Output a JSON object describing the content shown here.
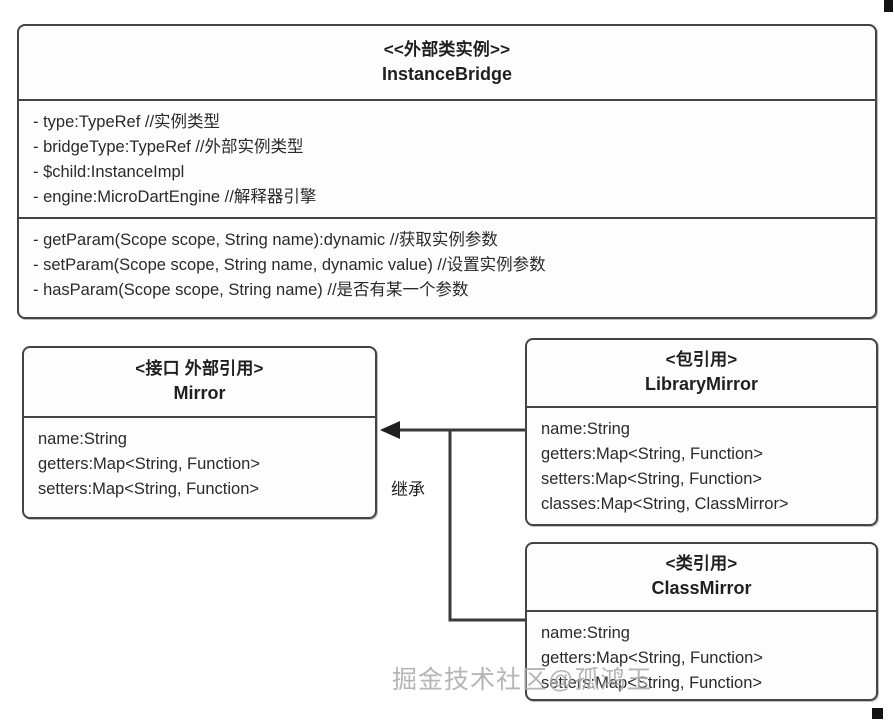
{
  "diagram": {
    "title_note": "UML class diagram",
    "inheritance_label": "继承",
    "watermark": "掘金技术社区@孤鸿玉",
    "line_color": "#444444",
    "box_fill": "#fdfdfd"
  },
  "classes": {
    "instance_bridge": {
      "stereotype": "<<外部类实例>>",
      "name": "InstanceBridge",
      "attributes": [
        "- type:TypeRef //实例类型",
        "- bridgeType:TypeRef //外部实例类型",
        "- $child:InstanceImpl",
        "- engine:MicroDartEngine //解释器引擎"
      ],
      "methods": [
        "- getParam(Scope scope, String name):dynamic //获取实例参数",
        "- setParam(Scope scope, String name, dynamic value) //设置实例参数",
        "- hasParam(Scope scope, String name) //是否有某一个参数"
      ]
    },
    "mirror": {
      "stereotype": "<接口 外部引用>",
      "name": "Mirror",
      "attributes": [
        "name:String",
        "getters:Map<String, Function>",
        "setters:Map<String, Function>"
      ]
    },
    "library_mirror": {
      "stereotype": "<包引用>",
      "name": "LibraryMirror",
      "attributes": [
        "name:String",
        "getters:Map<String, Function>",
        "setters:Map<String, Function>",
        "classes:Map<String, ClassMirror>"
      ]
    },
    "class_mirror": {
      "stereotype": "<类引用>",
      "name": "ClassMirror",
      "attributes": [
        "name:String",
        "getters:Map<String, Function>",
        "setters:Map<String, Function>"
      ]
    }
  }
}
